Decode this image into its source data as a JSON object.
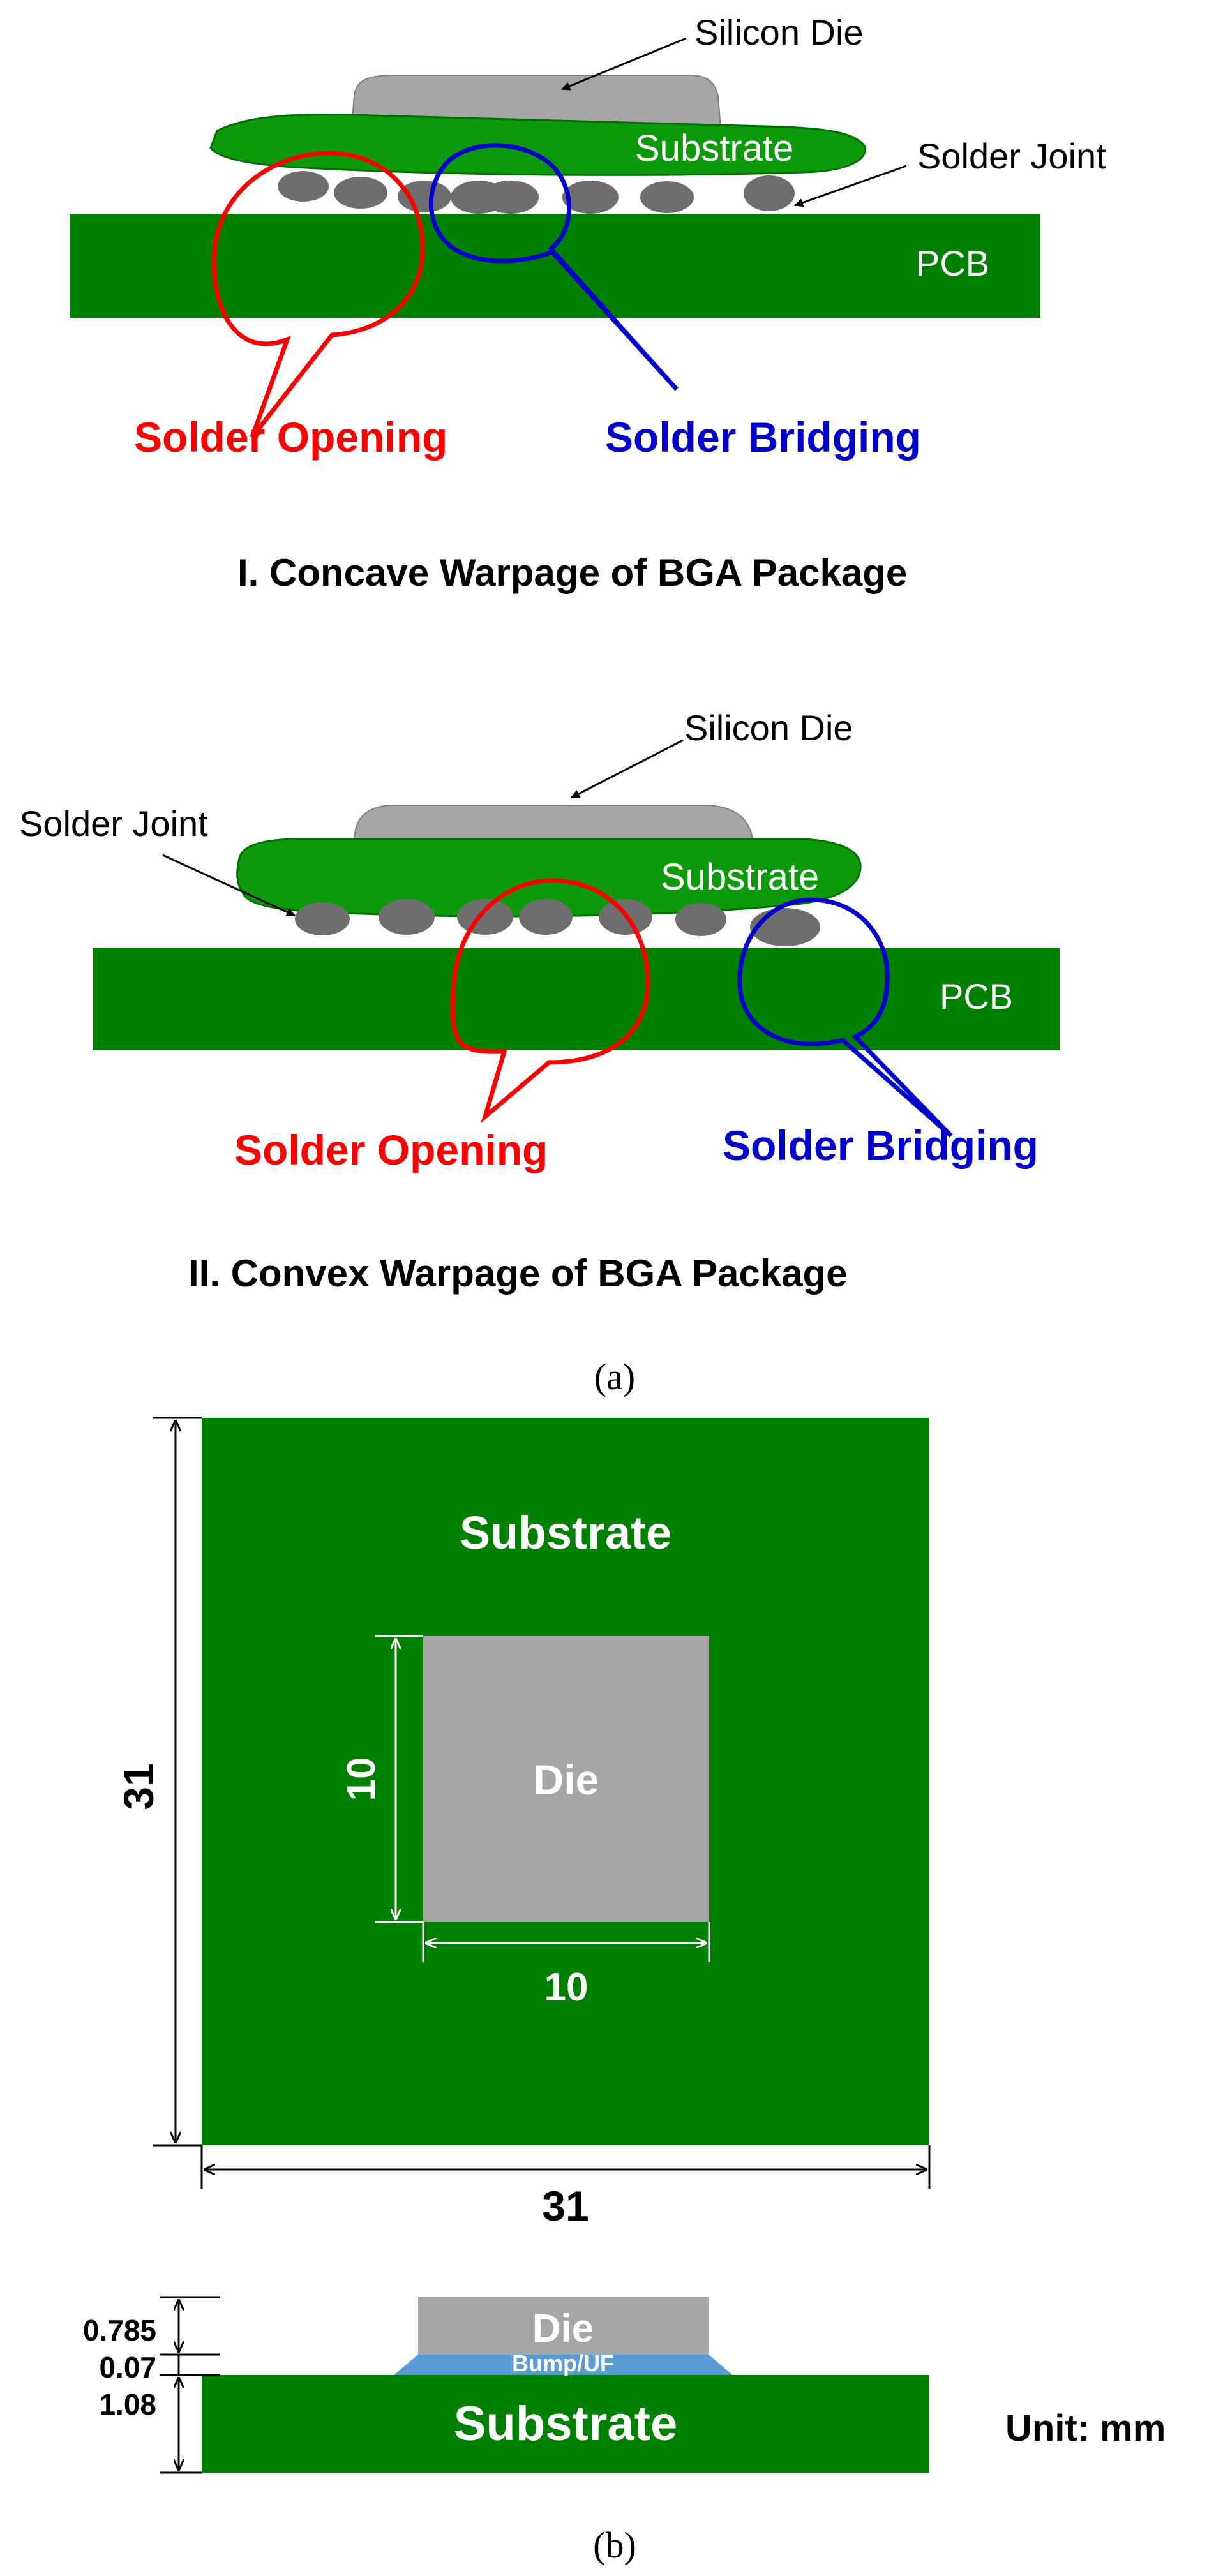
{
  "colors": {
    "green": "#008000",
    "die_gray": "#a6a6a6",
    "ball_gray": "#6e6e6e",
    "red": "#ff0000",
    "blue": "#0000cc",
    "bump_blue": "#5b9bd5",
    "white": "#ffffff",
    "black": "#000000"
  },
  "panel_a": {
    "concave": {
      "silicon_die": "Silicon Die",
      "substrate": "Substrate",
      "solder_joint": "Solder Joint",
      "pcb": "PCB",
      "solder_opening": "Solder Opening",
      "solder_bridging": "Solder Bridging",
      "caption": "I. Concave Warpage of BGA Package"
    },
    "convex": {
      "silicon_die": "Silicon Die",
      "solder_joint": "Solder Joint",
      "substrate": "Substrate",
      "pcb": "PCB",
      "solder_opening": "Solder Opening",
      "solder_bridging": "Solder Bridging",
      "caption": "II. Convex Warpage of BGA Package"
    },
    "label": "(a)"
  },
  "panel_b": {
    "top_view": {
      "substrate": "Substrate",
      "die": "Die",
      "substrate_height": "31",
      "substrate_width": "31",
      "die_height": "10",
      "die_width": "10"
    },
    "side_view": {
      "die": "Die",
      "bump": "Bump/UF",
      "substrate": "Substrate",
      "die_thickness": "0.785",
      "bump_thickness": "0.07",
      "substrate_thickness": "1.08",
      "unit": "Unit: mm"
    },
    "label": "(b)"
  }
}
